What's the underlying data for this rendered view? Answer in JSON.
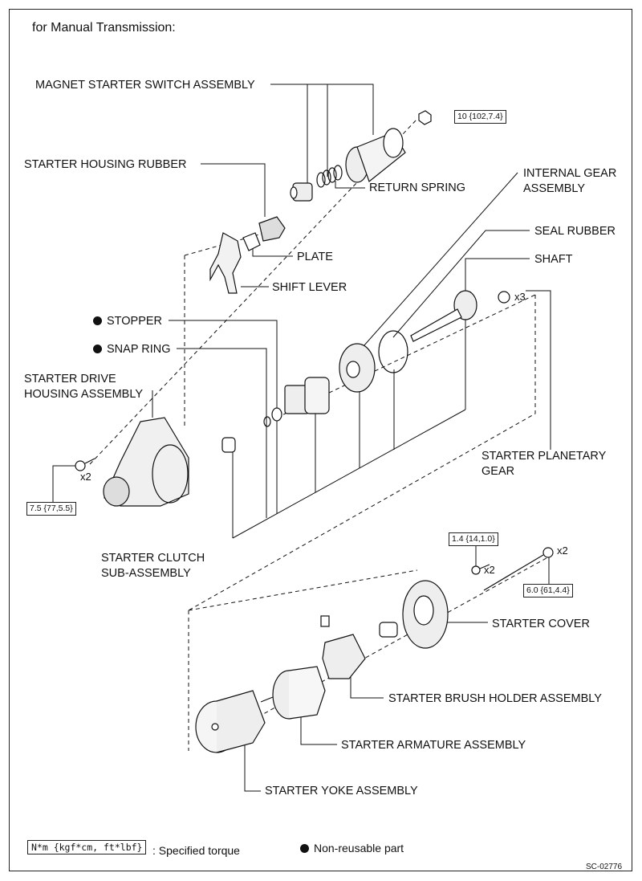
{
  "title": "for Manual Transmission:",
  "labels": {
    "magnet_switch": "MAGNET STARTER SWITCH ASSEMBLY",
    "housing_rubber": "STARTER HOUSING RUBBER",
    "return_spring": "RETURN SPRING",
    "internal_gear_1": "INTERNAL GEAR",
    "internal_gear_2": "ASSEMBLY",
    "seal_rubber": "SEAL RUBBER",
    "plate": "PLATE",
    "shaft": "SHAFT",
    "shift_lever": "SHIFT LEVER",
    "stopper": "STOPPER",
    "snap_ring": "SNAP RING",
    "drive_housing_1": "STARTER DRIVE",
    "drive_housing_2": "HOUSING ASSEMBLY",
    "planetary_1": "STARTER PLANETARY",
    "planetary_2": "GEAR",
    "clutch_1": "STARTER CLUTCH",
    "clutch_2": "SUB-ASSEMBLY",
    "cover": "STARTER COVER",
    "brush_holder": "STARTER BRUSH HOLDER ASSEMBLY",
    "armature": "STARTER ARMATURE ASSEMBLY",
    "yoke": "STARTER YOKE ASSEMBLY"
  },
  "torques": {
    "nut": "10 {102,7.4}",
    "housing_bolt": "7.5 {77,5.5}",
    "cover_screw": "1.4 {14,1.0}",
    "through_bolt": "6.0 {61,4.4}"
  },
  "quantities": {
    "planetary": "x3",
    "housing_bolt": "x2",
    "cover_screw": "x2",
    "through_bolt": "x2"
  },
  "legend": {
    "torque_box": "N*m {kgf*cm, ft*lbf}",
    "torque_text": ": Specified torque",
    "non_reusable": "Non-reusable part"
  },
  "figure_code": "SC-02776"
}
